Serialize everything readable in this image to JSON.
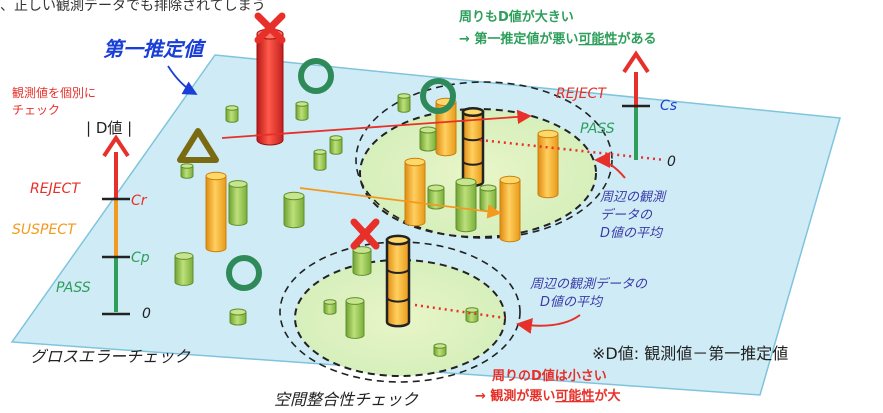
{
  "top_cut_text": "、正しい観測データでも排除されてしまう",
  "labels": {
    "first_estimate": "第一推定値",
    "check_individually_line1": "観測値を個別に",
    "check_individually_line2": "チェック",
    "d_value": "| D値 |",
    "gross_error_check": "グロスエラーチェック",
    "spatial_consistency_check": "空間整合性チェック",
    "footnote": "※D値: 観測値－第一推定値"
  },
  "left_scale": {
    "reject": "REJECT",
    "suspect": "SUSPECT",
    "pass": "PASS",
    "cr": "Cr",
    "cp": "Cp",
    "zero": "0"
  },
  "right_scale": {
    "reject": "REJECT",
    "pass": "PASS",
    "cs": "Cs",
    "zero": "0"
  },
  "callouts": {
    "top_green_line1": "周りもD値が大きい",
    "top_green_line2_prefix": "→ 第一推定値が悪い",
    "top_green_line2_emph": "可能性",
    "top_green_line2_suffix": "がある",
    "neighbor_avg1_line1": "周辺の観測",
    "neighbor_avg1_line2": "データの",
    "neighbor_avg1_line3": "D値の平均",
    "neighbor_avg2_line1": "周辺の観測データの",
    "neighbor_avg2_line2": "D値の平均",
    "bottom_red_line1": "周りのD値は小さい",
    "bottom_red_line2_prefix": "→ 観測が悪い",
    "bottom_red_line2_emph": "可能性",
    "bottom_red_line2_suffix": "が大"
  },
  "colors": {
    "plane": "#cfecf6",
    "reject_red": "#e8302a",
    "pass_green": "#2e9e5b",
    "suspect_orange": "#f39a1e",
    "estimate_blue": "#1a3fd6",
    "circle_green": "#2f8a5a",
    "triangle_olive": "#7a6a12",
    "neighbor_purple": "#3b3aa8",
    "cylinder_green": "#9bc94a",
    "cylinder_orange": "#f6b21f"
  },
  "icons": [
    "cross-mark-icon",
    "circle-mark-icon",
    "triangle-mark-icon"
  ]
}
